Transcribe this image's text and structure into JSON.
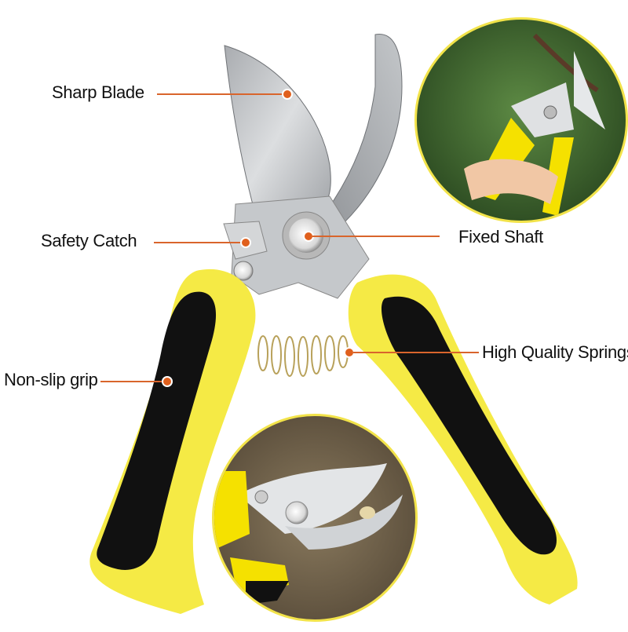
{
  "product": {
    "name": "Pruning shears",
    "colors": {
      "handle_yellow": "#f5ea45",
      "grip_black": "#111111",
      "blade_steel": "#b9bcc0",
      "callout_orange": "#e0601d",
      "inset_border": "#f2e34a"
    }
  },
  "callouts": [
    {
      "id": "sharp-blade",
      "label": "Sharp Blade"
    },
    {
      "id": "safety-catch",
      "label": "Safety Catch"
    },
    {
      "id": "fixed-shaft",
      "label": "Fixed Shaft"
    },
    {
      "id": "high-quality-springs",
      "label": "High Quality Springs"
    },
    {
      "id": "non-slip-grip",
      "label": "Non-slip grip"
    }
  ],
  "insets": [
    {
      "id": "inset-top-right",
      "description": "Hand using shears to cut a branch in greenery"
    },
    {
      "id": "inset-bottom-center",
      "description": "Close-up of shears cutting a twig"
    }
  ]
}
